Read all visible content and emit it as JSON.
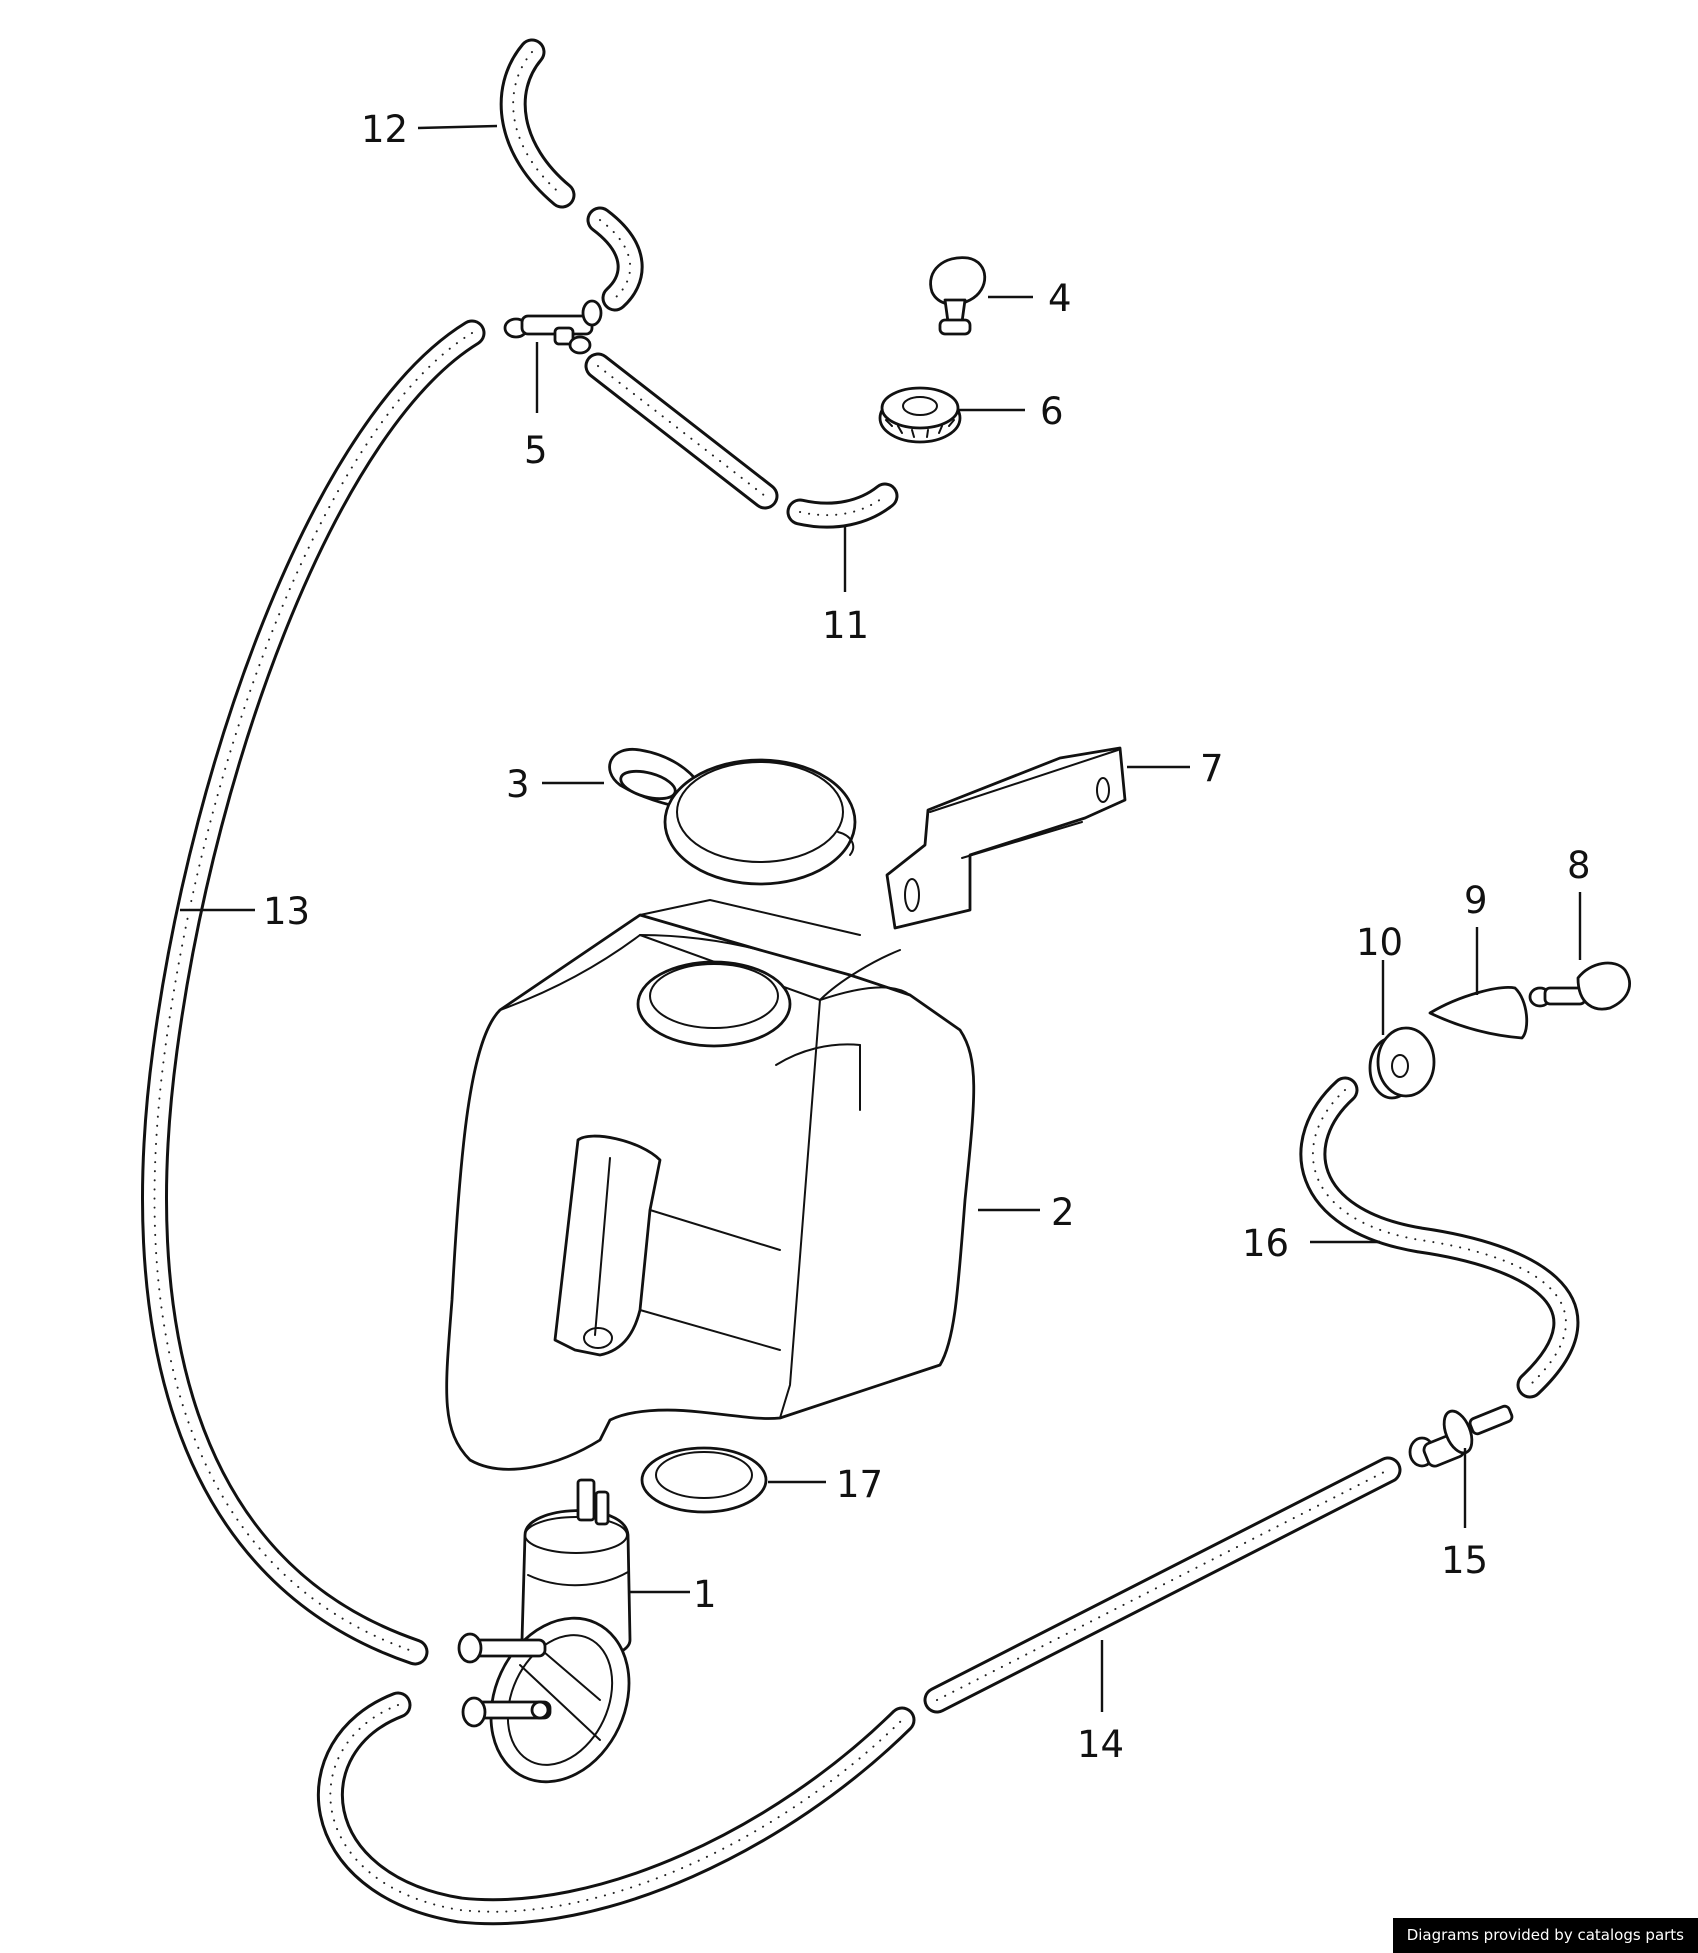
{
  "callouts": [
    {
      "id": "1",
      "text": "1"
    },
    {
      "id": "2",
      "text": "2"
    },
    {
      "id": "3",
      "text": "3"
    },
    {
      "id": "4",
      "text": "4"
    },
    {
      "id": "5",
      "text": "5"
    },
    {
      "id": "6",
      "text": "6"
    },
    {
      "id": "7",
      "text": "7"
    },
    {
      "id": "8",
      "text": "8"
    },
    {
      "id": "9",
      "text": "9"
    },
    {
      "id": "10",
      "text": "10"
    },
    {
      "id": "11",
      "text": "11"
    },
    {
      "id": "12",
      "text": "12"
    },
    {
      "id": "13",
      "text": "13"
    },
    {
      "id": "14",
      "text": "14"
    },
    {
      "id": "15",
      "text": "15"
    },
    {
      "id": "16",
      "text": "16"
    },
    {
      "id": "17",
      "text": "17"
    }
  ],
  "credit": "Diagrams provided by catalogs parts"
}
